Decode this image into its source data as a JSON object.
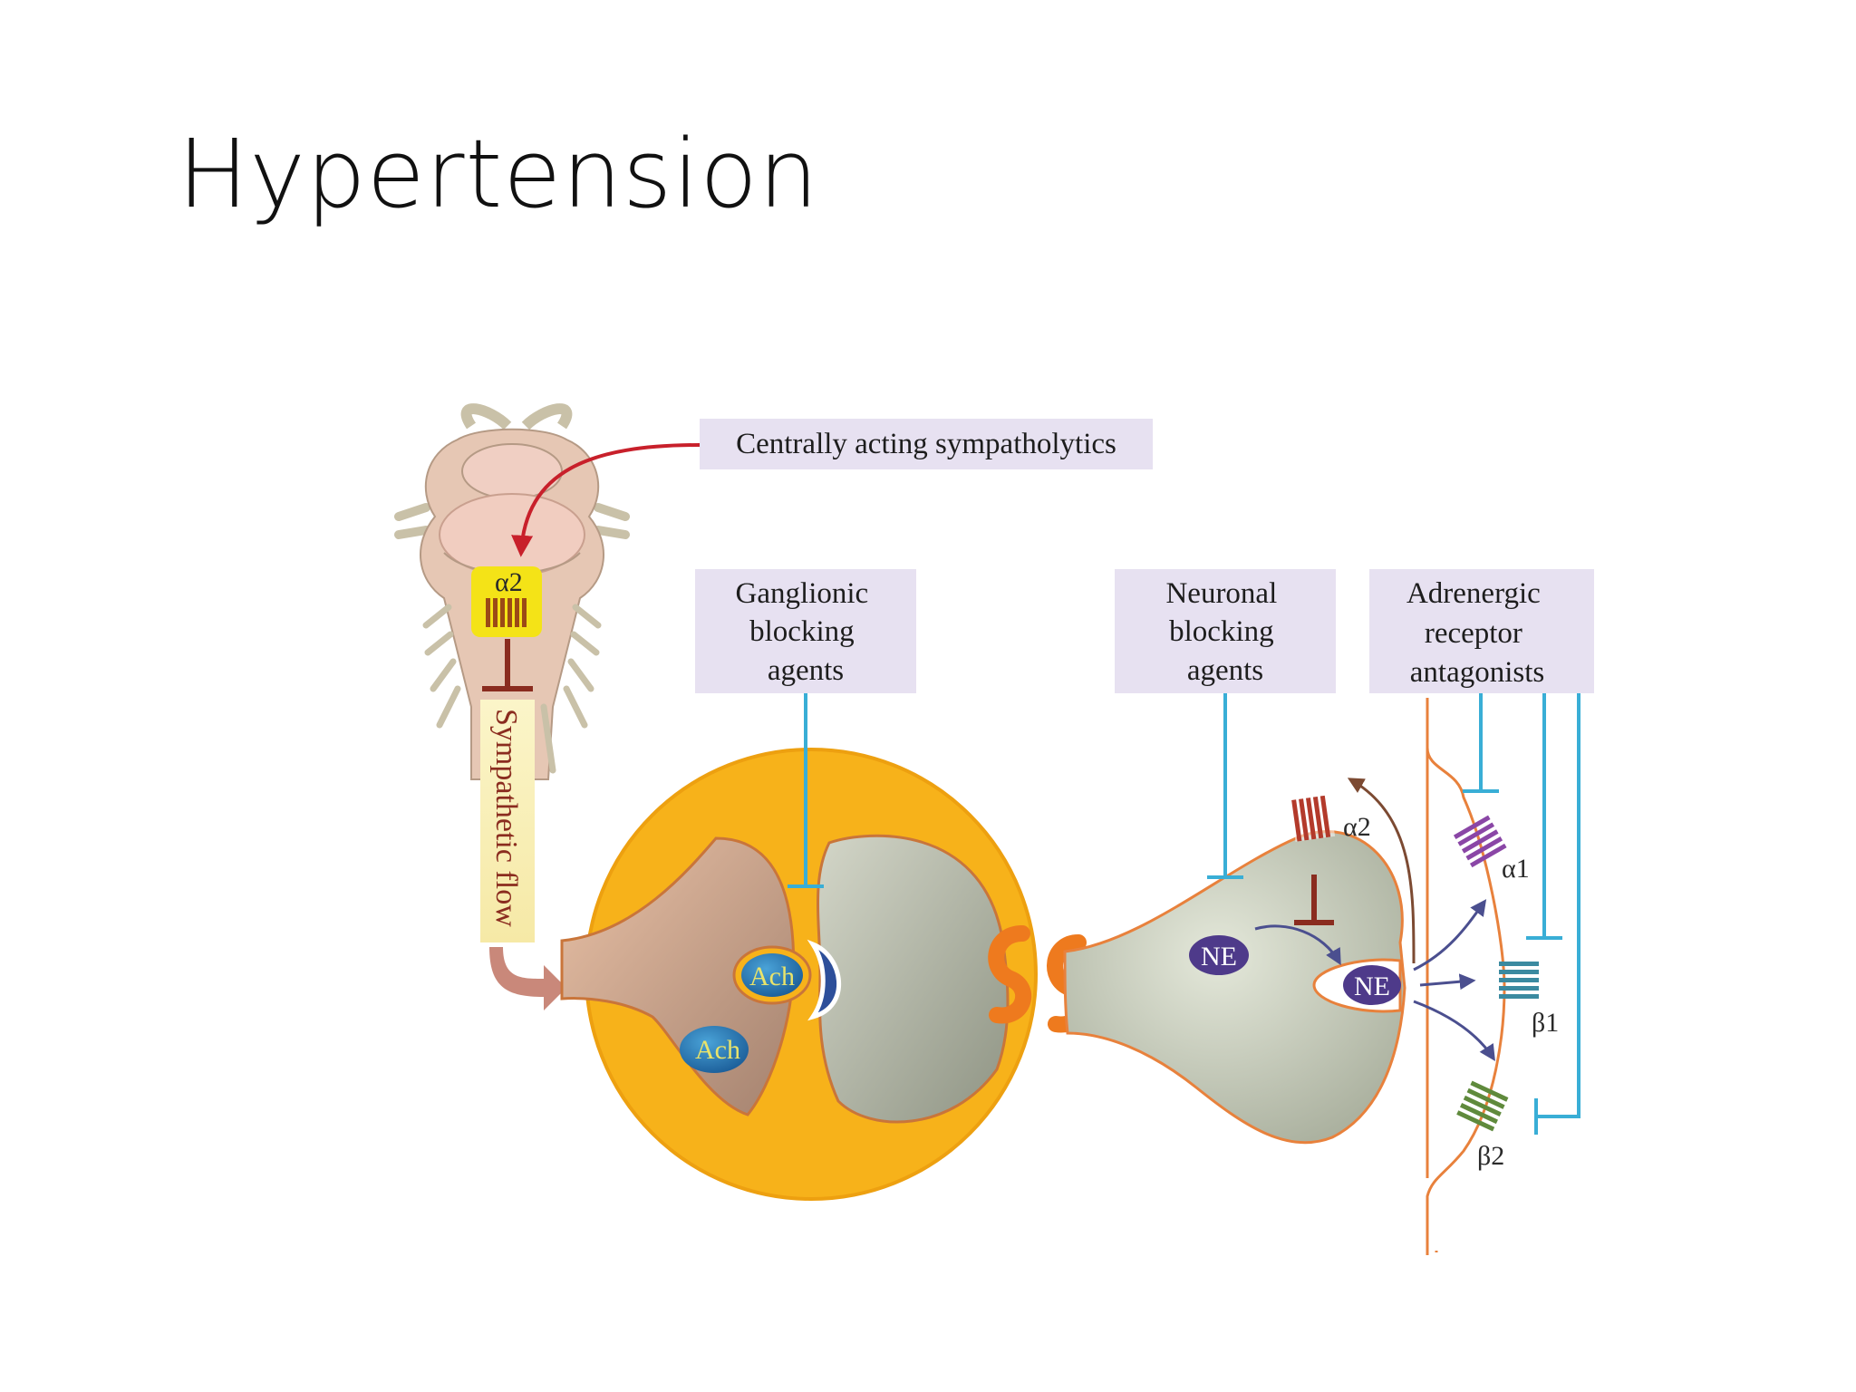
{
  "slide": {
    "title": "Hypertension"
  },
  "diagram": {
    "labels": {
      "central": "Centrally acting sympatholytics",
      "ganglionic": [
        "Ganglionic",
        "blocking",
        "agents"
      ],
      "neuronal": [
        "Neuronal",
        "blocking",
        "agents"
      ],
      "adrenergic": [
        "Adrenergic",
        "receptor",
        "antagonists"
      ],
      "sympathetic_flow": "Sympathetic flow"
    },
    "molecules": {
      "ach": "Ach",
      "ne": "NE"
    },
    "receptors": {
      "alpha2_brain": "α2",
      "alpha2_presynaptic": "α2",
      "alpha1": "α1",
      "beta1": "β1",
      "beta2": "β2"
    },
    "colors": {
      "drug_line": "#39aed6",
      "inhibition_bar": "#8a2c1f",
      "ganglion": "#f7b21a",
      "membrane": "#e8813c",
      "label_box": "#e7e1f1"
    }
  }
}
